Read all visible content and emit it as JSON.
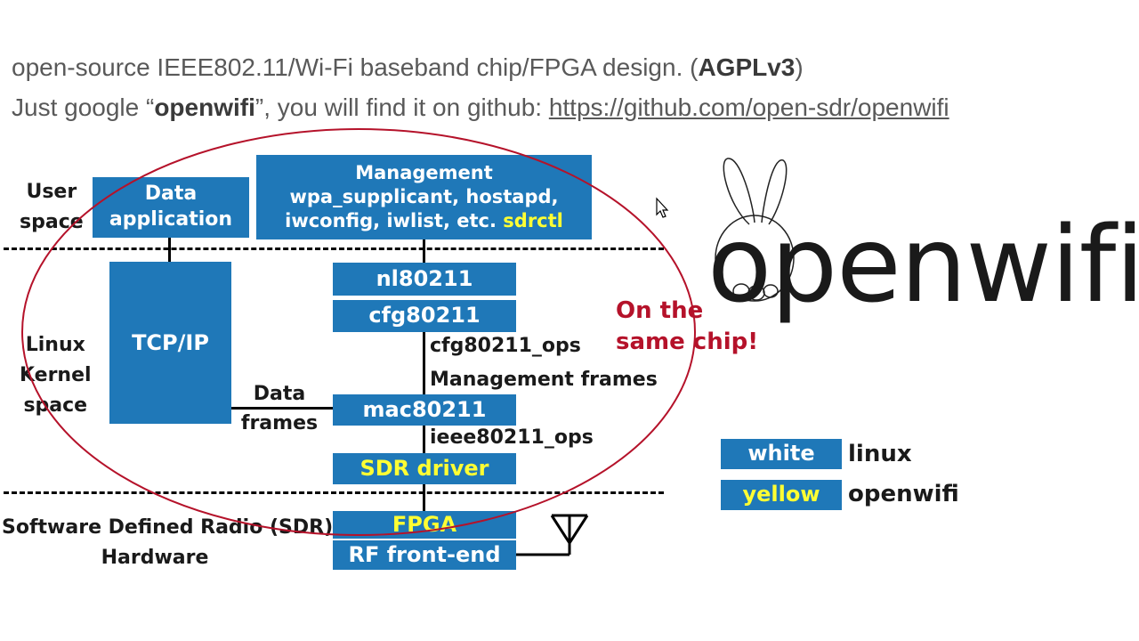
{
  "header": {
    "line1_pre": "open-source IEEE802.11/Wi-Fi baseband chip/FPGA design. (",
    "line1_bold": "AGPLv3",
    "line1_post": ")",
    "line2_pre": "Just google “",
    "line2_bold": "openwifi",
    "line2_mid": "”, you will find it on github: ",
    "line2_link": "https://github.com/open-sdr/openwifi"
  },
  "layers": {
    "user_space": "User\nspace",
    "kernel_space": "Linux\nKernel\nspace",
    "hardware": "Software Defined Radio (SDR)\nHardware"
  },
  "boxes": {
    "data_app": "Data\napplication",
    "management_line1": "Management",
    "management_line2": "wpa_supplicant, hostapd,",
    "management_line3": "iwconfig, iwlist, etc. ",
    "management_sdrctl": "sdrctl",
    "tcpip": "TCP/IP",
    "nl80211": "nl80211",
    "cfg80211": "cfg80211",
    "mac80211": "mac80211",
    "sdr_driver": "SDR driver",
    "fpga": "FPGA",
    "rf_frontend": "RF front-end"
  },
  "edge_labels": {
    "cfg_ops": "cfg80211_ops",
    "mgmt_frames": "Management frames",
    "data_frames": "Data\nframes",
    "ieee_ops": "ieee80211_ops"
  },
  "callout": "On the\nsame chip!",
  "legend": {
    "white_swatch": "white",
    "white_label": "linux",
    "yellow_swatch": "yellow",
    "yellow_label": "openwifi"
  },
  "logo_text": "openwifi",
  "colors": {
    "box_blue": "#1f78b8",
    "openwifi_yellow": "#ffff33",
    "callout_red": "#b5122a"
  },
  "icons": {
    "antenna": "antenna-icon",
    "logo": "bunny-logo-icon",
    "cursor": "mouse-cursor-icon"
  }
}
